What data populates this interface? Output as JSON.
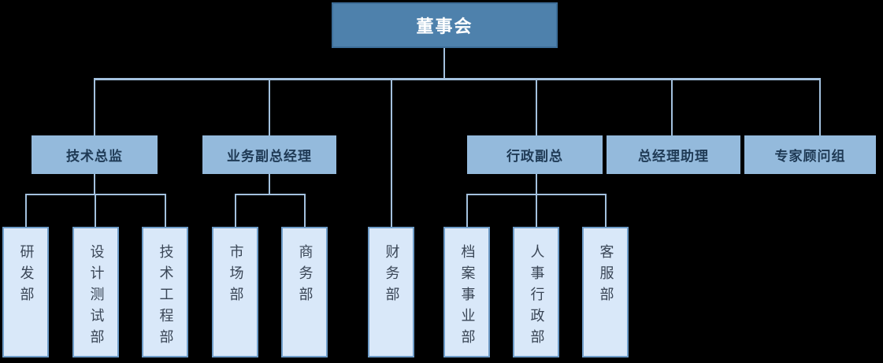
{
  "org": {
    "root": {
      "label": "董事会"
    },
    "managers": [
      {
        "label": "技术总监",
        "children": [
          "研发部",
          "设计测试部",
          "技术工程部"
        ]
      },
      {
        "label": "业务副总经理",
        "children": [
          "市场部",
          "商务部"
        ]
      },
      {
        "label": "行政副总",
        "children": [
          "档案事业部",
          "人事行政部",
          "客服部"
        ]
      },
      {
        "label": "总经理助理",
        "children": []
      },
      {
        "label": "专家顾问组",
        "children": []
      }
    ],
    "root_direct_departments": [
      "财务部"
    ],
    "colors": {
      "background": "#000000",
      "root_fill": "#4E81AC",
      "root_border": "#3D6E99",
      "root_text": "#FFFFFF",
      "manager_fill": "#94BADC",
      "manager_text": "#1F3A55",
      "dept_fill": "#D9E8F9",
      "dept_border": "#6E9CC8",
      "dept_text": "#3A4656",
      "connector": "#A3C1DE"
    }
  }
}
